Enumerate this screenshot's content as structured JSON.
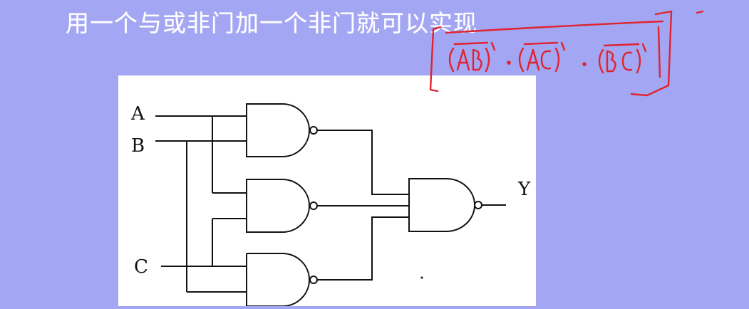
{
  "title": "用一个与或非门加一个非门就可以实现",
  "diagram": {
    "inputs": [
      "A",
      "B",
      "C"
    ],
    "output": "Y"
  },
  "annotation": {
    "expression": "[(AB)'·(AC)'·(BC)']'",
    "ink_color": "#e0232f"
  },
  "colors": {
    "background": "#a3a6f2",
    "panel": "#ffffff",
    "wire": "#111111"
  }
}
